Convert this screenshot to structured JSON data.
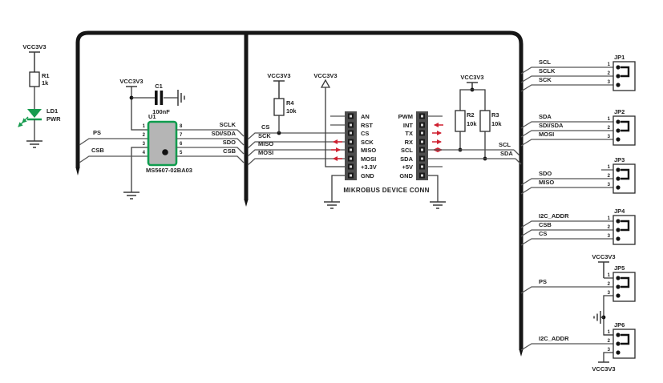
{
  "power_net": "VCC3V3",
  "colors": {
    "mikroe_green": "#169b4e",
    "arrow_red": "#cf2030",
    "sensor_fill": "#b5b5b5"
  },
  "led_block": {
    "r_ref": "R1",
    "r_val": "1k",
    "led_ref": "LD1",
    "led_fn": "PWR"
  },
  "c1": {
    "ref": "C1",
    "val": "100nF"
  },
  "u1": {
    "ref": "U1",
    "part": "MS5607-02BA03",
    "pn_left": [
      "1",
      "2",
      "3",
      "4"
    ],
    "pn_right": [
      "8",
      "7",
      "6",
      "5"
    ],
    "nets_right": [
      "SCLK",
      "SDI/SDA",
      "SDO",
      "CSB"
    ],
    "net_ps": "PS",
    "net_csb": "CSB"
  },
  "r4": {
    "ref": "R4",
    "val": "10k"
  },
  "r2": {
    "ref": "R2",
    "val": "10k"
  },
  "r3": {
    "ref": "R3",
    "val": "10k"
  },
  "i2c": {
    "scl": "SCL",
    "sda": "SDA"
  },
  "mid_nets": [
    "CS",
    "SCK",
    "MISO",
    "MOSI"
  ],
  "mikrobus": {
    "caption": "MIKROBUS DEVICE CONN",
    "left": [
      "AN",
      "RST",
      "CS",
      "SCK",
      "MISO",
      "MOSI",
      "+3.3V",
      "GND"
    ],
    "right": [
      "PWM",
      "INT",
      "TX",
      "RX",
      "SCL",
      "SDA",
      "+5V",
      "GND"
    ]
  },
  "jumpers": [
    {
      "label": "JP1",
      "pins": [
        "1",
        "2",
        "3"
      ],
      "nets": [
        "SCL",
        "SCLK",
        "SCK"
      ]
    },
    {
      "label": "JP2",
      "pins": [
        "1",
        "2",
        "3"
      ],
      "nets": [
        "SDA",
        "SDI/SDA",
        "MOSI"
      ]
    },
    {
      "label": "JP3",
      "pins": [
        "1",
        "2",
        "3"
      ],
      "nets": [
        "",
        "SDO",
        "MISO"
      ]
    },
    {
      "label": "JP4",
      "pins": [
        "1",
        "2",
        "3"
      ],
      "nets": [
        "I2C_ADDR",
        "CSB",
        "CS"
      ]
    },
    {
      "label": "JP5",
      "pins": [
        "1",
        "2",
        "3"
      ],
      "nets": [
        "",
        "PS",
        ""
      ]
    },
    {
      "label": "JP6",
      "pins": [
        "1",
        "2",
        "3"
      ],
      "nets": [
        "",
        "I2C_ADDR",
        ""
      ]
    }
  ]
}
